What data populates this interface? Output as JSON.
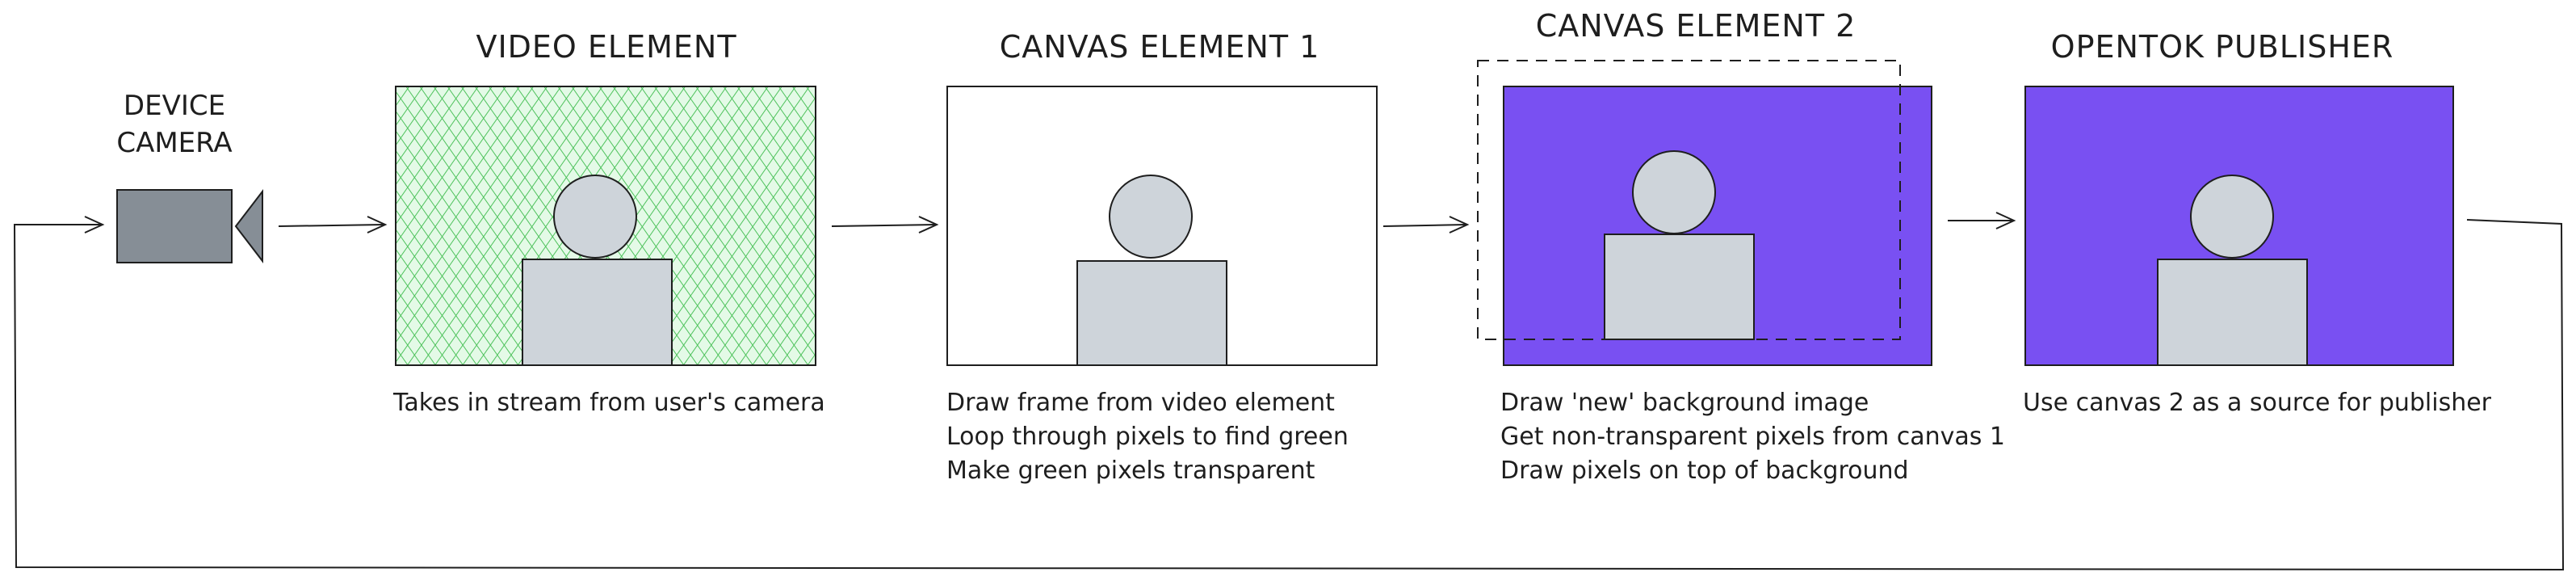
{
  "camera": {
    "label_line1": "DEVICE",
    "label_line2": "CAMERA"
  },
  "stages": [
    {
      "title": "VIDEO ELEMENT",
      "lines": [
        "Takes in stream from user's camera"
      ]
    },
    {
      "title": "CANVAS ELEMENT 1",
      "lines": [
        "Draw frame from video element",
        "Loop through pixels to find green",
        "Make green pixels transparent"
      ]
    },
    {
      "title": "CANVAS ELEMENT 2",
      "lines": [
        "Draw 'new' background image",
        "Get non-transparent pixels from canvas 1",
        "Draw pixels on top of background"
      ]
    },
    {
      "title": "OPENTOK PUBLISHER",
      "lines": [
        "Use canvas 2 as a source for publisher"
      ]
    }
  ],
  "colors": {
    "green_screen": "#4ec25c",
    "purple_background": "#7950f2",
    "person": "#ced4da",
    "camera_body": "#868e96",
    "stroke": "#1e1e1e"
  }
}
